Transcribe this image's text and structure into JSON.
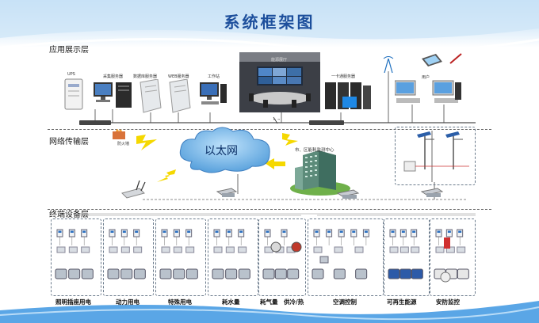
{
  "title": "系统框架图",
  "layers": {
    "app": "应用展示层",
    "network": "网络传输层",
    "terminal": "终端设备层"
  },
  "app_devices": {
    "ups": "UPS",
    "collect_server": "采集服务器",
    "db_server": "数据库服务器",
    "web_server": "WEB服务器",
    "workstation": "工作站",
    "hall": "能源展厅",
    "card_server": "一卡通服务器",
    "users": "用户"
  },
  "network": {
    "firewall": "防火墙",
    "cloud": "以太网",
    "center": "市、区能耗监测中心"
  },
  "categories": [
    "照明插座用电",
    "动力用电",
    "特殊用电",
    "耗水量",
    "耗气量",
    "供冷/热",
    "空调控制",
    "可再生能源",
    "安防监控"
  ]
}
